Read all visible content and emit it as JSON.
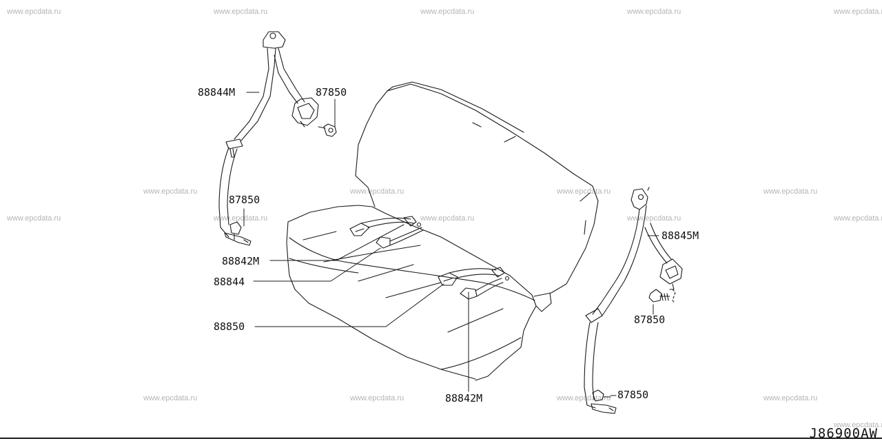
{
  "watermark_text": "www.epcdata.ru",
  "diagram_code": "J86900AW",
  "part_labels": {
    "belt_left_upper": "88844M",
    "bolt_left_upper": "87850",
    "bolt_left_lower": "87850",
    "buckle_center_a": "88842M",
    "buckle_center_b": "88844",
    "buckle_center_c": "88850",
    "buckle_center_d": "88842M",
    "belt_right": "88845M",
    "bolt_right_upper": "87850",
    "bolt_right_lower": "87850"
  },
  "colors": {
    "line": "#1a1a1a",
    "watermark": "#b4b4b4",
    "background": "#ffffff"
  }
}
